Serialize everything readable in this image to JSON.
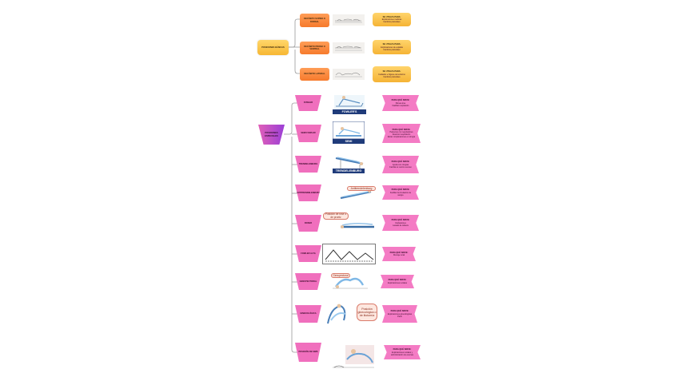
{
  "root_top": {
    "label": "POSICIONES BÁSICAS"
  },
  "top_branches": [
    {
      "label": "DECÚBITO SUPINO O DORSAL",
      "uses_title": "SE UTILIZA PARA:",
      "uses": [
        "Exploraciones médicas",
        "Cambios posturales"
      ]
    },
    {
      "label": "DECÚBITO PRONO O VENTRAL",
      "uses_title": "SE UTILIZA PARA:",
      "uses": [
        "Exploraciones de espalda",
        "Cambios posturales"
      ]
    },
    {
      "label": "DECÚBITO LATERAL",
      "uses_title": "SE UTILIZA PARA:",
      "uses": [
        "Cuidados e higiene del enfermo",
        "Cambios posturales"
      ]
    }
  ],
  "root_bottom": {
    "label": "POSICIONES ESPECIALES"
  },
  "bottom_branches": [
    {
      "label": "FOWLER",
      "uses_title": "PARA QUÉ SIRVE:",
      "uses": [
        "Disnea leve",
        "Facilitar respiración"
      ],
      "strip": "FOWLER'S"
    },
    {
      "label": "SEMI FOWLER",
      "uses_title": "PARA QUÉ SIRVE:",
      "uses": [
        "Pacientes con respiradores",
        "Deterioro respiratorio",
        "Evitar complicaciones en cirugía"
      ],
      "strip": "SEMI"
    },
    {
      "label": "TRENDELENBURG",
      "uses_title": "PARA QUÉ SIRVE:",
      "uses": [
        "Ayuda con cirugías",
        "Facilitar el retorno venoso"
      ],
      "strip": "TRENDELENBURG"
    },
    {
      "label": "ANTITRENDELENBURG",
      "uses_title": "PARA QUÉ SIRVE:",
      "uses": [
        "Facilitar la circulación de sangre"
      ],
      "callout": "Antitrendelenburg"
    },
    {
      "label": "ROSER",
      "uses_title": "PARA QUÉ SIRVE:",
      "uses": [
        "Intubaciones",
        "Lavado de cabeza"
      ],
      "callout": "Posición de rose o de proetz"
    },
    {
      "label": "FOWLER ALTA",
      "uses_title": "PARA QUÉ SIRVE:",
      "uses": [
        "Drenaje renal"
      ]
    },
    {
      "label": "GENUPECTORAL",
      "uses_title": "PARA QUÉ SIRVE:",
      "uses": [
        "Exploraciones rectales"
      ],
      "callout": "Genupectoral"
    },
    {
      "label": "GINECOLÓGICA",
      "uses_title": "PARA QUÉ SIRVE:",
      "uses": [
        "Exploraciones ginecológicas",
        "Parto"
      ],
      "callout": "Posición ginecológica o de litotomía"
    },
    {
      "label": "POSICIÓN DE SIMS",
      "uses_title": "PARA QUÉ SIRVE:",
      "uses": [
        "Exploraciones rectales y administración de enemas"
      ]
    }
  ],
  "colors": {
    "orange": "#f67a2c",
    "yellow": "#f5b335",
    "pink": "#f06fbd",
    "purple": "#9b3fd6",
    "connector": "#9a9a9a"
  }
}
